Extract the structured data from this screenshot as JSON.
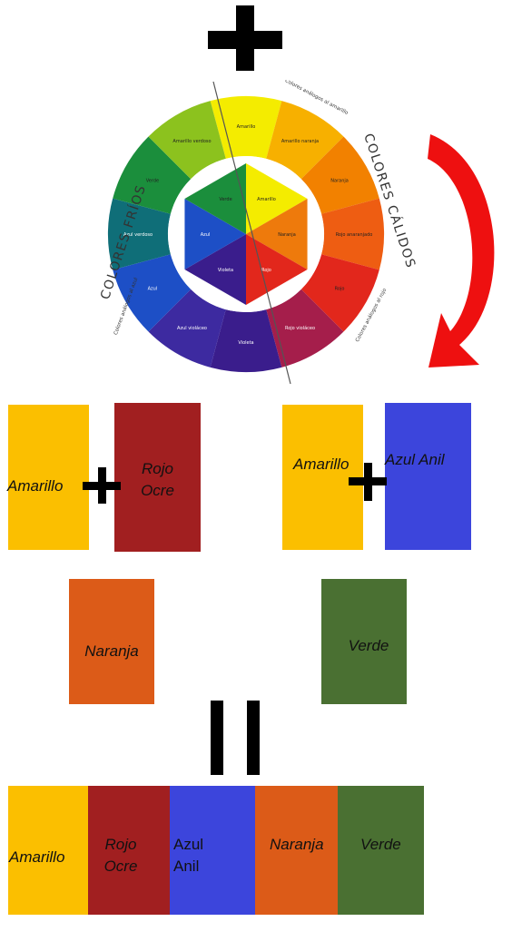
{
  "colors": {
    "amarillo": "#fbbf00",
    "rojo_ocre": "#a11f20",
    "azul_anil": "#3c45dc",
    "naranja": "#dc5b18",
    "verde": "#4a7032",
    "arrow": "#ee1010"
  },
  "wheel": {
    "cold_label": "COLORES FRÍOS",
    "warm_label": "COLORES CÁLIDOS",
    "warm_analog_label": "Colores análogos al amarillo",
    "warm_analog_label2": "Colores análogos al rojo",
    "cold_analog_label": "Colores análogos al azul",
    "outer_segments": [
      "Amarillo",
      "Amarillo naranja",
      "Naranja",
      "Rojo anaranjado",
      "Rojo",
      "Rojo violáceo",
      "Violeta",
      "Azul violáceo",
      "Azul",
      "Azul verdoso",
      "Verde",
      "Amarillo verdoso"
    ],
    "inner_segments": [
      "Amarillo",
      "Naranja",
      "Rojo",
      "Violeta",
      "Azul",
      "Verde"
    ]
  },
  "mix1": {
    "a": "Amarillo",
    "b_line1": "Rojo",
    "b_line2": "Ocre",
    "result": "Naranja"
  },
  "mix2": {
    "a": "Amarillo",
    "b": "Azul Anil",
    "result": "Verde"
  },
  "palette": {
    "amarillo": "Amarillo",
    "rojo_line1": "Rojo",
    "rojo_line2": "Ocre",
    "azul_line1": "Azul",
    "azul_line2": "Anil",
    "naranja": "Naranja",
    "verde": "Verde"
  }
}
